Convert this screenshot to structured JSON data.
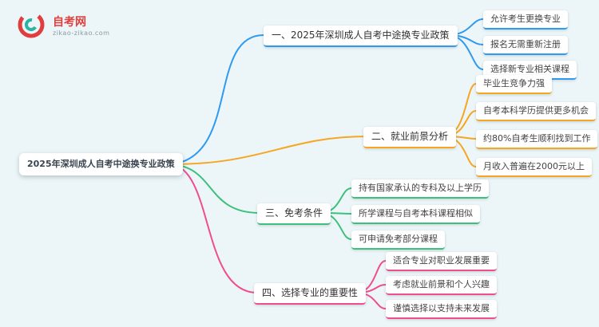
{
  "meta": {
    "background_color": "#ecf6f8",
    "type": "mindmap"
  },
  "logo": {
    "title": "自考网",
    "domain": "zikao-zikao.com",
    "brand_red": "#e03e3e",
    "brand_teal": "#2bb3a3"
  },
  "root": {
    "label": "2025年深圳成人自考中途换专业政策"
  },
  "branches": [
    {
      "label": "一、2025年深圳成人自考中途换专业政策",
      "color": "#2e9af0",
      "children": [
        "允许考生更换专业",
        "报名无需重新注册",
        "选择新专业相关课程"
      ]
    },
    {
      "label": "二、就业前景分析",
      "color": "#f6a623",
      "children": [
        "毕业生竞争力强",
        "自考本科学历提供更多机会",
        "约80%自考生顺利找到工作",
        "月收入普遍在2000元以上"
      ]
    },
    {
      "label": "三、免考条件",
      "color": "#3cc07c",
      "children": [
        "持有国家承认的专科及以上学历",
        "所学课程与自考本科课程相似",
        "可申请免考部分课程"
      ]
    },
    {
      "label": "四、选择专业的重要性",
      "color": "#ee4e8e",
      "children": [
        "适合专业对职业发展重要",
        "考虑就业前景和个人兴趣",
        "谨慎选择以支持未来发展"
      ]
    }
  ]
}
